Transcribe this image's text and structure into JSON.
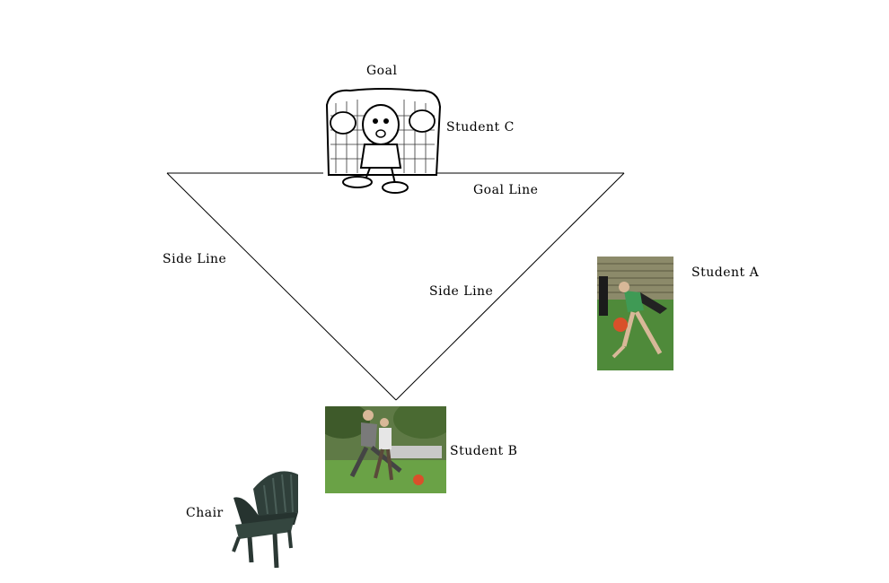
{
  "labels": {
    "goal": "Goal",
    "student_c": "Student C",
    "goal_line": "Goal Line",
    "side_line_left": "Side Line",
    "side_line_right": "Side Line",
    "student_a": "Student A",
    "student_b": "Student B",
    "chair": "Chair"
  },
  "icons": {
    "goalie": "goalie-cartoon-icon",
    "student_a": "student-a-photo",
    "student_b": "student-b-photo",
    "chair": "chair-photo"
  },
  "colors": {
    "line": "#000000",
    "grass": "#4f8a3a",
    "ball": "#d9502a",
    "chair": "#2f3f3a"
  }
}
